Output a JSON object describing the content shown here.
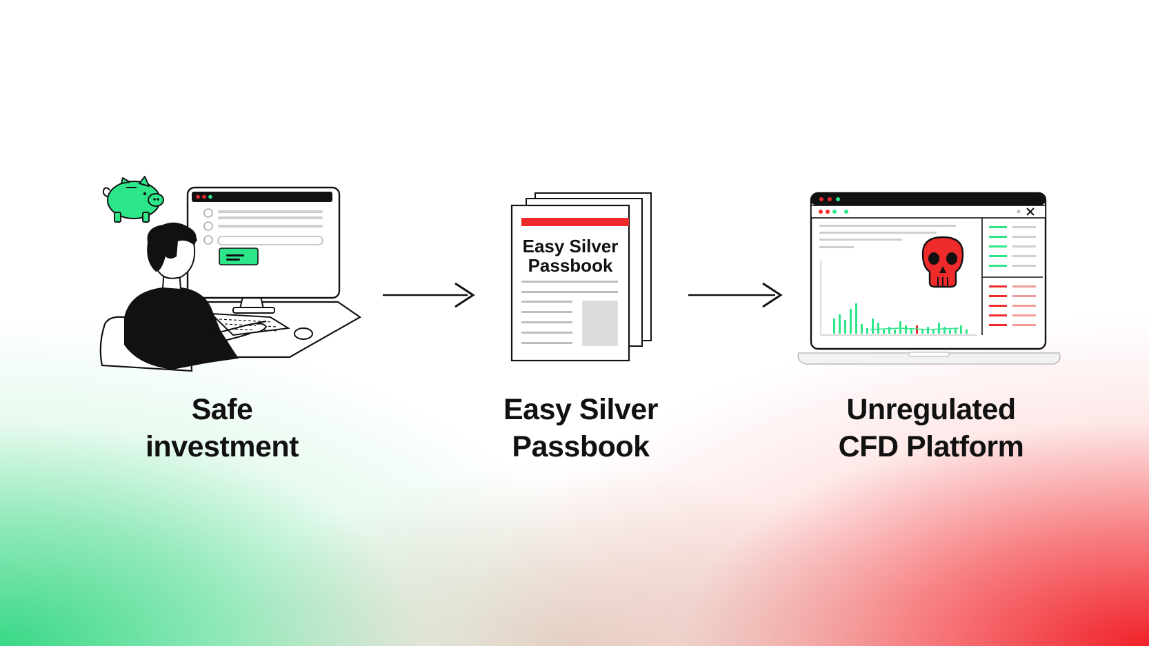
{
  "steps": [
    {
      "name": "safe-investment",
      "label_line1": "Safe",
      "label_line2": "investment",
      "icon": "person-at-computer-with-piggy-bank"
    },
    {
      "name": "easy-silver-passbook",
      "label_line1": "Easy Silver",
      "label_line2": "Passbook",
      "doc_title_line1": "Easy Silver",
      "doc_title_line2": "Passbook",
      "icon": "document-stack-icon"
    },
    {
      "name": "unregulated-cfd-platform",
      "label_line1": "Unregulated",
      "label_line2": "CFD Platform",
      "icon": "laptop-with-skull"
    }
  ],
  "connectors": [
    "arrow-icon",
    "arrow-icon"
  ],
  "colors": {
    "safe_green": "#2ee68a",
    "danger_red": "#ee2a2a",
    "ink": "#111111"
  }
}
